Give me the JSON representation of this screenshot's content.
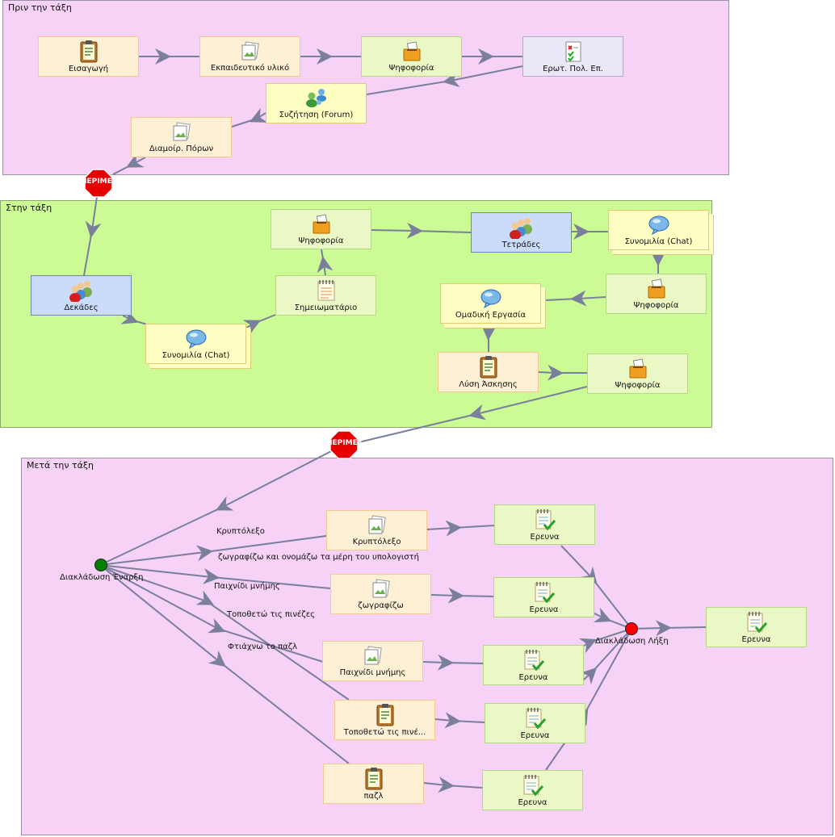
{
  "regions": {
    "before": "Πριν την τάξη",
    "during": "Στην τάξη",
    "after": "Μετά την τάξη"
  },
  "stops": {
    "stop1": "ΠΕΡΙΜΕΝΕ",
    "stop2": "ΠΕΡΙΜΕΝΕ"
  },
  "nodes": {
    "intro": "Εισαγωγή",
    "material": "Εκπαιδευτικό υλικό",
    "vote1": "Ψηφοφορία",
    "mcq": "Ερωτ. Πολ. Επ.",
    "forum": "Συζήτηση (Forum)",
    "resources": "Διαμοίρ. Πόρων",
    "vote2": "Ψηφοφορία",
    "quads": "Τετράδες",
    "chat1": "Συνομιλία (Chat)",
    "tens": "Δεκάδες",
    "notebook": "Σημειωματάριο",
    "chat2": "Συνομιλία (Chat)",
    "vote3": "Ψηφοφορία",
    "groupwork": "Ομαδική Εργασία",
    "solve": "Λύση Άσκησης",
    "vote4": "Ψηφοφορία",
    "crossword": "Κρυπτόλεξο",
    "draw": "ζωγραφίζω",
    "memory": "Παιχνίδι μνήμης",
    "place": "Τοποθετώ τις πινέ...",
    "puzzle": "παζλ",
    "survey1": "Ερευνα",
    "survey2": "Ερευνα",
    "survey3": "Ερευνα",
    "survey4": "Ερευνα",
    "survey5": "Ερευνα",
    "survey6": "Ερευνα"
  },
  "branch_labels": {
    "crossword": "Κρυπτόλεξο",
    "draw": "ζωγραφίζω και ονομάζω τα μέρη του υπολογιστή",
    "memory": "Παιχνίδι μνήμης",
    "place": "Τοποθετώ τις πινέζες",
    "puzzle": "Φτιάχνω το παζλ"
  },
  "gates": {
    "start": "Διακλάδωση Έναρξη",
    "end": "Διακλάδωση Λήξη",
    "start_color": "#008000",
    "end_color": "#ff0000"
  },
  "colors": {
    "wire": "#7a7f9b",
    "pink_region": "#f6d2f6",
    "green_region": "#ccfb96",
    "stop_sign": "#e60000"
  },
  "icons": {
    "intro": "clipboard-icon",
    "material": "image-stack-icon",
    "vote": "ballot-box-icon",
    "mcq": "checklist-icon",
    "forum": "people-forum-icon",
    "group": "group-people-icon",
    "chat": "speech-bubble-icon",
    "notebook": "notepad-icon",
    "survey": "survey-check-icon"
  }
}
